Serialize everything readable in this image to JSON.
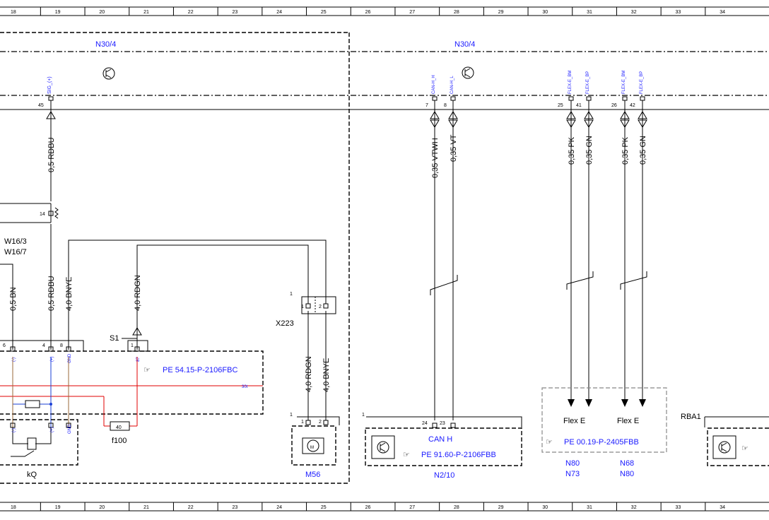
{
  "grid_columns": [
    "18",
    "19",
    "20",
    "21",
    "22",
    "23",
    "24",
    "25",
    "26",
    "27",
    "28",
    "29",
    "30",
    "31",
    "32",
    "33",
    "34"
  ],
  "modules": {
    "left_title": "N30/4",
    "right_title": "N30/4"
  },
  "pins": {
    "sig": "SIG_(+)",
    "sig_num": "45",
    "can_h": "CAN-H_H",
    "can_h_num": "7",
    "can_l": "CAN-H_L",
    "can_l_num": "8",
    "flex1_bm": "FLEX-E_BM",
    "flex1_bm_num": "25",
    "flex1_bp": "FLEX-E_BP",
    "flex1_bp_num": "41",
    "flex2_bm": "FLEX-E_BM",
    "flex2_bm_num": "26",
    "flex2_bp": "FLEX-E_BP",
    "flex2_bp_num": "42"
  },
  "wires": {
    "w_sig": "0,5 RDBU",
    "w_can_h": "0,35 VTWH",
    "w_can_l": "0,35 VT",
    "w_f1": "0,35 PK",
    "w_f2": "0,35 GN",
    "w_f3": "0,35 PK",
    "w_f4": "0,35 GN",
    "w_bn": "0,5 BN",
    "w_rdbu": "0,5 RDBU",
    "w_bnye": "4,0 BNYE",
    "w_rdgn": "4,0 RDGN",
    "w_x223_rdgn": "4,0 RDGN",
    "w_x223_bnye": "4,0 BNYE"
  },
  "labels": {
    "w16_3": "W16/3",
    "w16_7": "W16/7",
    "pin14": "14",
    "s1": "S1",
    "x223": "X223",
    "pin1_x223": "1",
    "x223_p1": "1",
    "x223_p2": "2",
    "conn_p6": "6",
    "conn_p4": "4",
    "conn_p8": "8",
    "conn_p1": "1",
    "minus": "(-)",
    "plus": "(+)",
    "gnd": "GND",
    "p87": "87",
    "ref_5415": "PE 54.15-P-2106FBC",
    "net_30t": "30t",
    "fuse_40": "40",
    "f100": "f100",
    "kq": "kQ",
    "m56_p1": "1",
    "m56_p2": "2",
    "m56_conn": "1",
    "m56": "M56",
    "n2_conn": "1",
    "n2_p24": "24",
    "n2_p23": "23",
    "can_h_lbl": "CAN H",
    "ref_9160": "PE 91.60-P-2106FBB",
    "n2_10": "N2/10",
    "flex_e_1": "Flex E",
    "flex_e_2": "Flex E",
    "ref_0019": "PE 00.19-P-2405FBB",
    "n80_a": "N80",
    "n73": "N73",
    "n68": "N68",
    "n80_b": "N80",
    "rba1": "RBA1",
    "motor": "M"
  },
  "colors": {
    "wire_red": "#e00000",
    "wire_blue": "#1a3fd6",
    "wire_brown": "#9a6a3a",
    "ref_blue": "#1a1aff"
  }
}
